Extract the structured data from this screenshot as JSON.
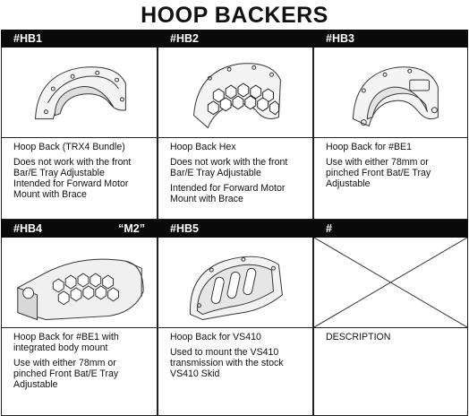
{
  "title": "HOOP BACKERS",
  "cells": [
    {
      "code": "#HB1",
      "tag": "",
      "name": "Hoop Back (TRX4 Bundle)",
      "notes": [
        "Does not work with the front Bar/E Tray Adjustable",
        "Intended for Forward Motor Mount with Brace"
      ]
    },
    {
      "code": "#HB2",
      "tag": "",
      "name": "Hoop Back Hex",
      "notes": [
        "Does not work with the front Bar/E Tray Adjustable",
        "Intended for Forward Motor Mount with Brace"
      ]
    },
    {
      "code": "#HB3",
      "tag": "",
      "name": "Hoop Back for #BE1",
      "notes": [
        "Use with either 78mm or pinched Front Bat/E Tray Adjustable",
        ""
      ]
    },
    {
      "code": "#HB4",
      "tag": "“M2”",
      "name": "Hoop Back for #BE1 with integrated body mount",
      "notes": [
        "Use with either 78mm or pinched Front Bat/E Tray Adjustable",
        ""
      ]
    },
    {
      "code": "#HB5",
      "tag": "",
      "name": "Hoop Back for VS410",
      "notes": [
        "Used to mount the VS410 transmission with the stock VS410 Skid",
        ""
      ]
    },
    {
      "code": "#",
      "tag": "",
      "name": "DESCRIPTION",
      "notes": [
        "",
        ""
      ]
    }
  ]
}
